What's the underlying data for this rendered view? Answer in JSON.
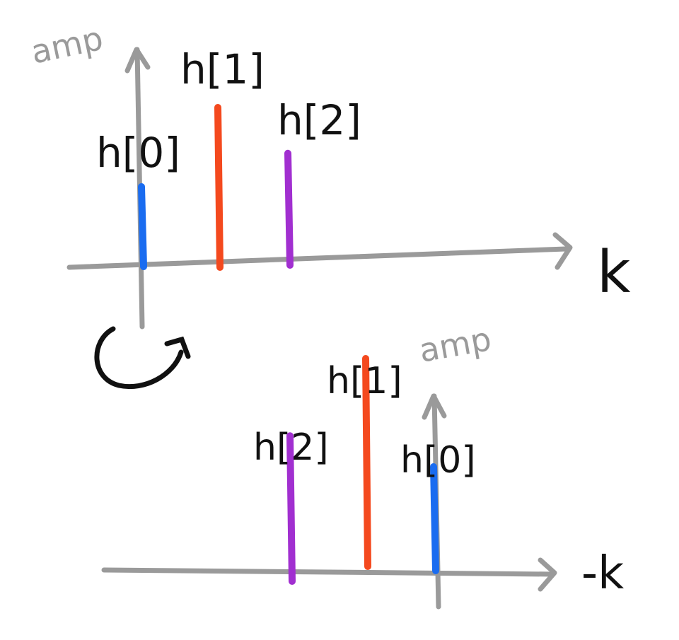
{
  "chart_data": [
    {
      "type": "stem",
      "ylabel": "amp",
      "xlabel": "k",
      "colors": {
        "h0": "#1a6cf0",
        "h1": "#f4491e",
        "h2": "#a12fd0",
        "axis": "#9a9a9a"
      },
      "stems": [
        {
          "label": "h[0]",
          "value": 1.0,
          "color": "#1a6cf0"
        },
        {
          "label": "h[1]",
          "value": 2.0,
          "color": "#f4491e"
        },
        {
          "label": "h[2]",
          "value": 1.4,
          "color": "#a12fd0"
        }
      ]
    },
    {
      "type": "stem",
      "ylabel": "amp",
      "xlabel": "-k",
      "stems": [
        {
          "label": "h[2]",
          "value": 1.4,
          "color": "#a12fd0"
        },
        {
          "label": "h[1]",
          "value": 2.0,
          "color": "#f4491e"
        },
        {
          "label": "h[0]",
          "value": 1.0,
          "color": "#1a6cf0"
        }
      ]
    }
  ],
  "flip_icon": "rotate-arrow-icon"
}
